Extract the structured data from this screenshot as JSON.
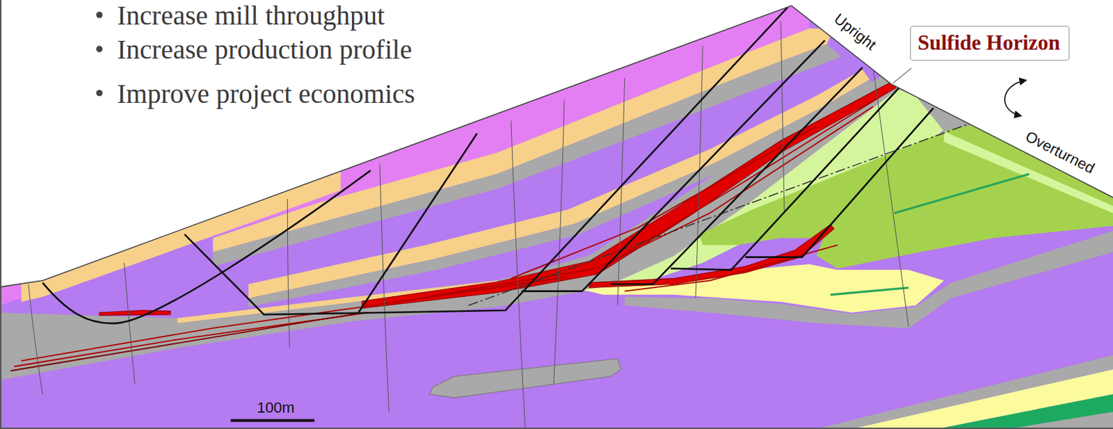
{
  "diagram": {
    "nodes": [
      {
        "text": [
          "Sulfide Horizon"
        ]
      }
    ],
    "labels": [
      "Increase mill throughput",
      "Increase production profile",
      "Improve project economics",
      "Upright",
      "Overturned",
      "100m"
    ]
  }
}
